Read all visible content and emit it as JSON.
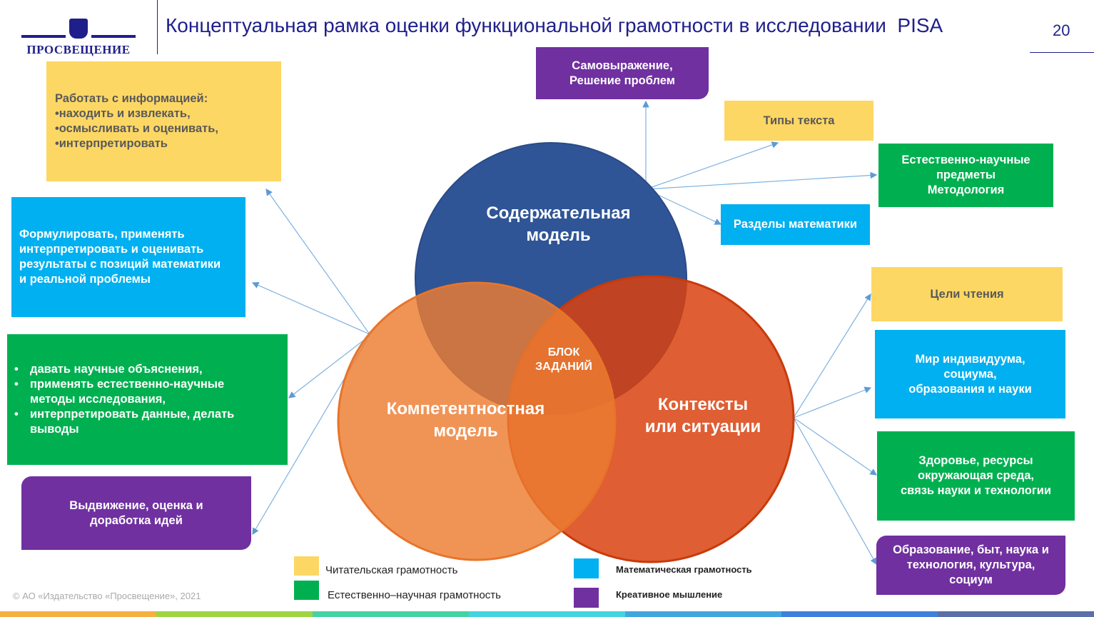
{
  "header": {
    "logo_text": "ПРОСВЕЩЕНИЕ",
    "title": "Концептуальная рамка оценки функциональной грамотности в исследовании  PISA",
    "page_number": "20"
  },
  "circles": {
    "content": [
      "Содержательная",
      "модель"
    ],
    "competence": [
      "Компетентностная",
      "модель"
    ],
    "context": [
      "Контексты",
      "или ситуации"
    ],
    "center": [
      "БЛОК",
      "ЗАДАНИЙ"
    ]
  },
  "left_boxes": {
    "reading": {
      "title": "Работать с информацией:",
      "items": [
        "•находить и извлекать,",
        "•осмысливать и оценивать,",
        "•интерпретировать"
      ]
    },
    "math": [
      "Формулировать, применять",
      "интерпретировать и оценивать",
      "результаты с позиций математики",
      "и реальной проблемы"
    ],
    "science": [
      "давать научные объяснения,",
      "применять естественно-научные методы исследования,",
      "интерпретировать данные,  делать выводы"
    ],
    "creative": [
      "Выдвижение, оценка и",
      "доработка идей"
    ]
  },
  "top_boxes": {
    "creative": [
      "Самовыражение,",
      "Решение проблем"
    ],
    "reading": "Типы текста",
    "science": [
      "Естественно-научные",
      "предметы",
      "Методология"
    ],
    "math": "Разделы математики"
  },
  "right_boxes": {
    "reading": "Цели чтения",
    "math": [
      "Мир индивидуума,",
      "социума,",
      "образования и науки"
    ],
    "science": [
      "Здоровье, ресурсы",
      "окружающая среда,",
      "связь науки и технологии"
    ],
    "creative": [
      "Образование, быт, наука и",
      "технология, культура,",
      "социум"
    ]
  },
  "legend": [
    {
      "label": "Читательская грамотность",
      "color": "#fdd764"
    },
    {
      "label": "Естественно–научная грамотность",
      "color": "#00b050"
    },
    {
      "label": "Математическая грамотность",
      "color": "#00b0f0"
    },
    {
      "label": "Креативное мышление",
      "color": "#7030a0"
    }
  ],
  "footer": {
    "copyright": "© АО «Издательство «Просвещение», 2021"
  },
  "colors": {
    "accent": "#1f1f8c",
    "circle_blue": "#2f5597",
    "circle_orange": "#ed7d31",
    "circle_red": "#d9420f"
  }
}
